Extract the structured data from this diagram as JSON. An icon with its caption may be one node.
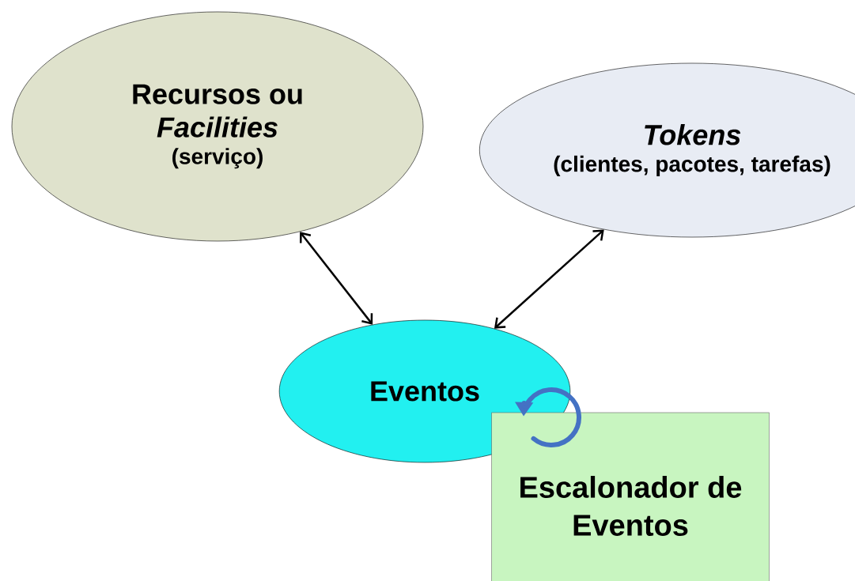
{
  "diagram": {
    "nodes": [
      {
        "text": [
          "Recursos ou *Facilities*",
          "(serviço)"
        ]
      },
      {
        "text": [
          "Tokens",
          "(clientes, pacotes, tarefas)"
        ]
      },
      {
        "text": [
          "Eventos"
        ]
      },
      {
        "text": [
          "Escalonador de Eventos"
        ]
      }
    ],
    "edges": [
      {
        "from": 0,
        "to": 2,
        "arrow": "both"
      },
      {
        "from": 1,
        "to": 2,
        "arrow": "both"
      }
    ]
  }
}
